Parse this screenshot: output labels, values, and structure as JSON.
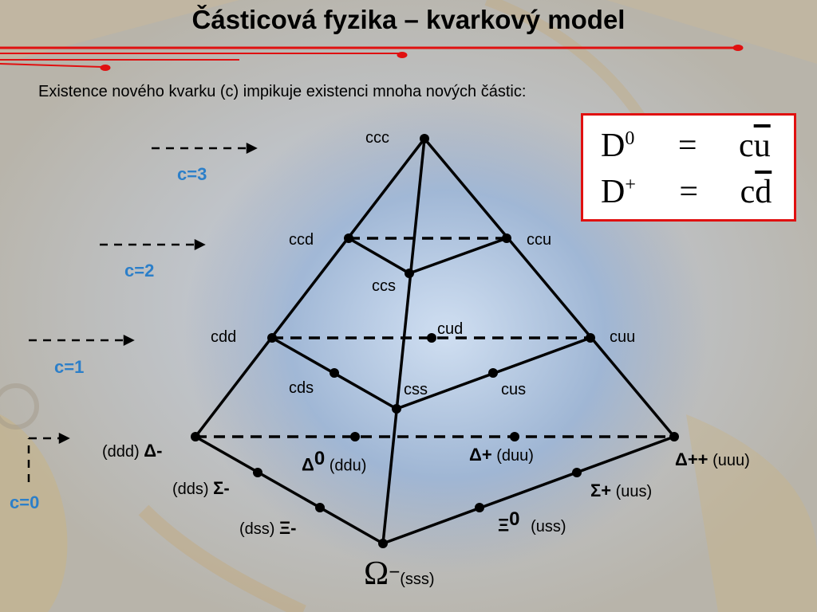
{
  "title": "Částicová fyzika – kvarkový model",
  "subtitle": "Existence nového kvarku (c) impikuje existenci mnoha nových částic:",
  "levels": {
    "c3": "c=3",
    "c2": "c=2",
    "c1": "c=1",
    "c0": "c=0"
  },
  "nodes": {
    "ccc": "ccc",
    "ccd": "ccd",
    "ccu": "ccu",
    "ccs": "ccs",
    "cdd": "cdd",
    "cuu": "cuu",
    "cud": "cud",
    "cds": "cds",
    "css": "css",
    "cus": "cus",
    "ddd": "(ddd)",
    "ddu": "(ddu)",
    "duu": "(duu)",
    "uuu": "(uuu)",
    "dds": "(dds)",
    "uus": "(uus)",
    "dss": "(dss)",
    "uss": "(uss)",
    "sss": "(sss)"
  },
  "particles": {
    "delta_minus": "Δ-",
    "delta_zero": "Δ",
    "delta_zero_sup": "0",
    "delta_plus": "Δ+",
    "delta_pp": "Δ++",
    "sigma_minus": "Σ-",
    "sigma_plus": "Σ+",
    "xi_minus": "Ξ-",
    "xi_zero": "Ξ",
    "xi_zero_sup": "0",
    "omega": "Ω",
    "omega_sup": "−"
  },
  "formula": {
    "row1": {
      "lhs": "D",
      "sup": "0",
      "eq": "=",
      "c": "c",
      "bar": "u"
    },
    "row2": {
      "lhs": "D",
      "sup": "+",
      "eq": "=",
      "c": "c",
      "bar": "d"
    }
  },
  "colors": {
    "accent_red": "#e01010",
    "level_blue": "#2c7fc9"
  }
}
